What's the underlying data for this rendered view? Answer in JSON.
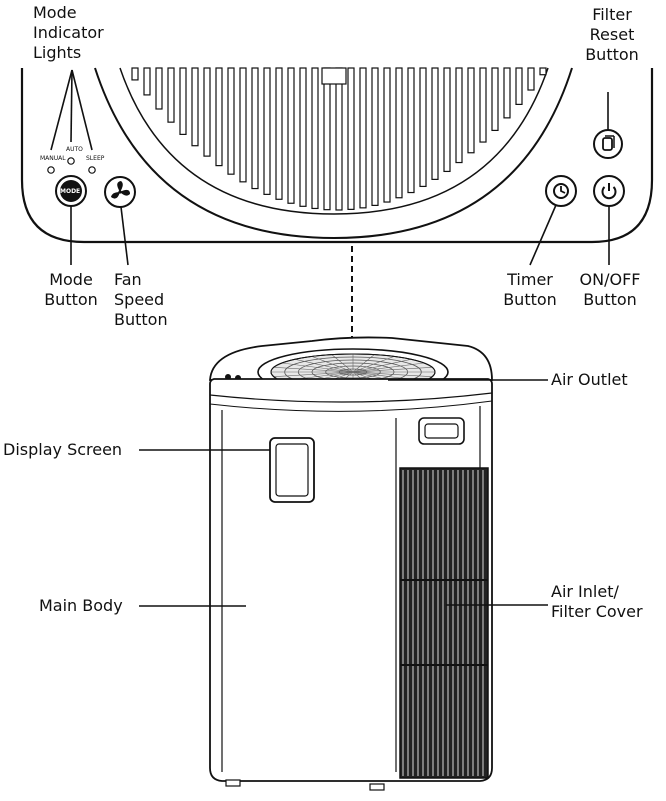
{
  "callouts": {
    "mode_indicator_lights": [
      "Mode",
      "Indicator",
      "Lights"
    ],
    "filter_reset_button": [
      "Filter",
      "Reset",
      "Button"
    ],
    "mode_button": [
      "Mode",
      "Button"
    ],
    "fan_speed_button": [
      "Fan",
      "Speed",
      "Button"
    ],
    "timer_button": [
      "Timer",
      "Button"
    ],
    "on_off_button": [
      "ON/OFF",
      "Button"
    ],
    "air_outlet": "Air Outlet",
    "display_screen": "Display Screen",
    "main_body": "Main Body",
    "air_inlet_filter_cover": [
      "Air Inlet/",
      "Filter Cover"
    ]
  },
  "panel": {
    "indicator_manual": "MANUAL",
    "indicator_auto": "AUTO",
    "indicator_sleep": "SLEEP",
    "mode_button_text": "MODE"
  },
  "icons": [
    "fan-icon",
    "clock-icon",
    "power-icon",
    "filter-icon"
  ]
}
